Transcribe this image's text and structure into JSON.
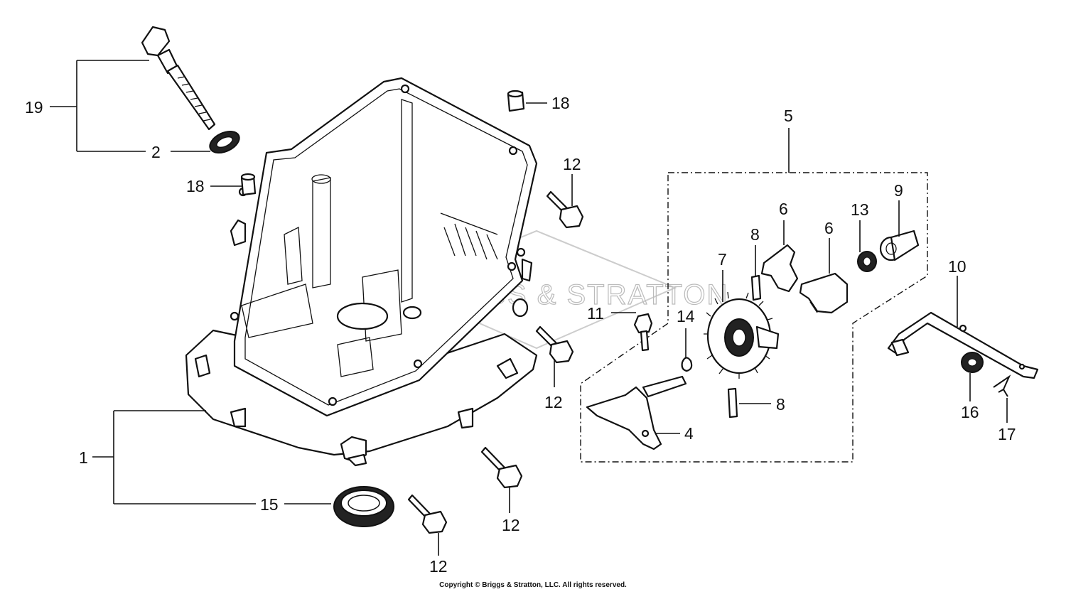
{
  "diagram": {
    "watermark": "BRIGGS & STRATTON",
    "copyright": "Copyright © Briggs & Stratton, LLC. All rights reserved.",
    "callouts": {
      "c19": "19",
      "c2": "2",
      "c18a": "18",
      "c18b": "18",
      "c12a": "12",
      "c12b": "12",
      "c12c": "12",
      "c12d": "12",
      "c1": "1",
      "c15": "15",
      "c5": "5",
      "c11": "11",
      "c14": "14",
      "c7": "7",
      "c8a": "8",
      "c8b": "8",
      "c6a": "6",
      "c6b": "6",
      "c13": "13",
      "c9": "9",
      "c4": "4",
      "c10": "10",
      "c16": "16",
      "c17": "17"
    }
  }
}
